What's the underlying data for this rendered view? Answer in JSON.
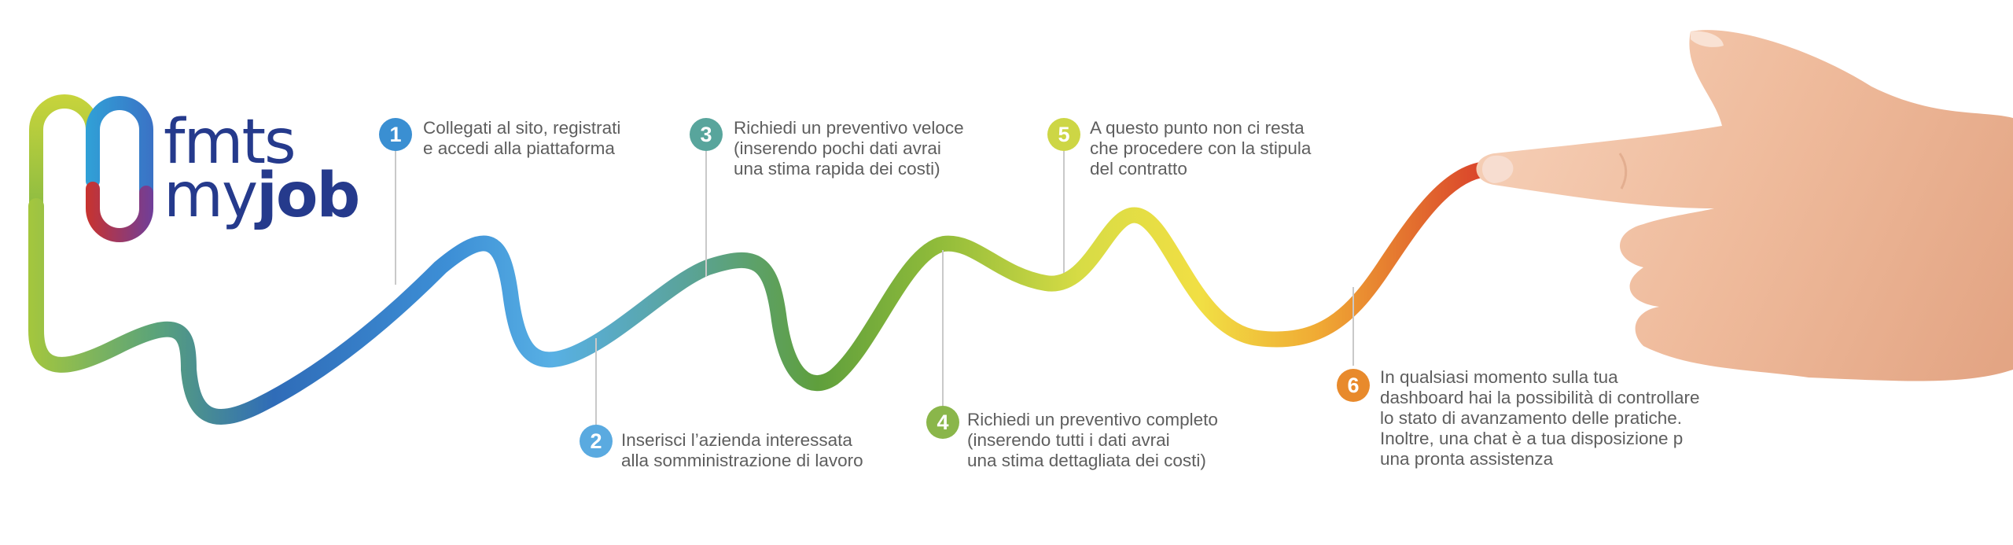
{
  "logo": {
    "line1": "fmts",
    "line2_light": "my",
    "line2_bold": "job"
  },
  "colors": {
    "blue": "#3f8fd0",
    "teal": "#5aa39a",
    "green": "#7bb544",
    "yellow": "#e9d63f",
    "orange": "#e88a2c",
    "red": "#d9442b",
    "brand": "#253a8c"
  },
  "steps": [
    {
      "number": "1",
      "color": "#3a8fd2",
      "lines": [
        "Collegati al sito, registrati",
        "e accedi alla piattaforma"
      ]
    },
    {
      "number": "2",
      "color": "#5aaae0",
      "lines": [
        "Inserisci l’azienda interessata",
        "alla somministrazione di lavoro"
      ]
    },
    {
      "number": "3",
      "color": "#58a59c",
      "lines": [
        "Richiedi un preventivo veloce",
        "(inserendo pochi dati avrai",
        "una stima rapida dei costi)"
      ]
    },
    {
      "number": "4",
      "color": "#8ab64a",
      "lines": [
        "Richiedi un preventivo completo",
        "(inserendo tutti i dati avrai",
        "una stima dettagliata dei costi)"
      ]
    },
    {
      "number": "5",
      "color": "#cdd645",
      "lines": [
        "A questo punto non ci resta",
        "che procedere con la stipula",
        "del contratto"
      ]
    },
    {
      "number": "6",
      "color": "#e88a2c",
      "lines": [
        "In qualsiasi momento sulla tua",
        "dashboard hai la possibilità di controllare",
        "lo stato di avanzamento delle pratiche.",
        "Inoltre, una chat è a tua disposizione p",
        "una pronta assistenza"
      ]
    }
  ]
}
